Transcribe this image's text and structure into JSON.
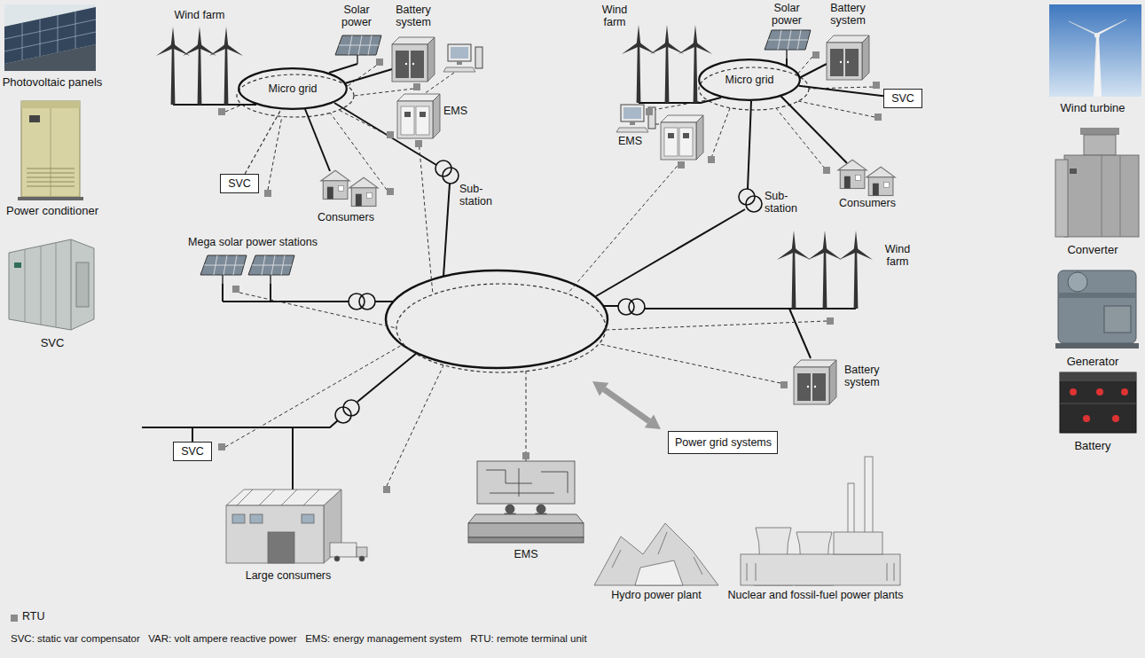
{
  "diagram": {
    "caption": "SVC: static var compensator   VAR: volt ampere reactive power   EMS: energy management system   RTU: remote terminal unit",
    "nodes": [
      {
        "text": [
          "Micro grid"
        ]
      },
      {
        "text": [
          "Micro grid"
        ]
      },
      {
        "text": [
          "SVC"
        ]
      },
      {
        "text": [
          "SVC"
        ]
      },
      {
        "text": [
          "SVC"
        ]
      },
      {
        "text": [
          "Power grid systems"
        ]
      }
    ],
    "edges": [
      {
        "from": 2,
        "to": 0,
        "arrow": "none"
      },
      {
        "from": 3,
        "to": 1,
        "arrow": "none"
      }
    ],
    "labels": [
      "Photovoltaic panels",
      "Power conditioner",
      "SVC",
      "Wind turbine",
      "Converter",
      "Generator",
      "Battery",
      "Wind farm",
      "Solar power",
      "Battery system",
      "EMS",
      "Consumers",
      "Sub-station",
      "Wind farm",
      "Solar power",
      "Battery system",
      "EMS",
      "Consumers",
      "Sub-station",
      "Mega solar power stations",
      "Wind farm",
      "Battery system",
      "Large consumers",
      "EMS",
      "Hydro power plant",
      "Nuclear and fossil-fuel power plants"
    ],
    "legend": [
      {
        "text": "RTU",
        "color": "#8a8a8a"
      }
    ]
  }
}
